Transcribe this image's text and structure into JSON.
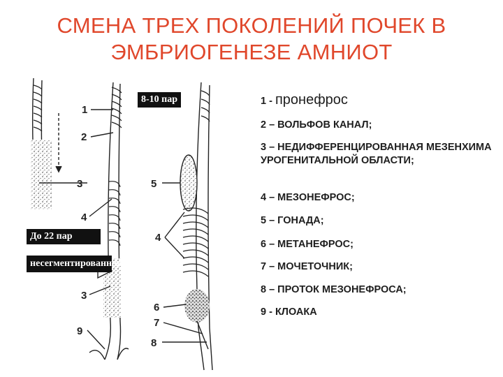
{
  "title": {
    "line1": "СМЕНА ТРЕХ ПОКОЛЕНИЙ ПОЧЕК В",
    "line2": "ЭМБРИОГЕНЕЗЕ АМНИОТ"
  },
  "tags": {
    "pairs_8_10": "8-10 пар",
    "pairs_22": "До 22 пар",
    "nonsegmented": "несегментированная"
  },
  "stage1_labels": [
    "1",
    "2",
    "3",
    "4",
    "3",
    "9"
  ],
  "stage2_labels": [
    "5",
    "4",
    "6",
    "7",
    "8"
  ],
  "legend": {
    "item1_num": "1 -",
    "item1_text": "пронефрос",
    "item2": "2 – ВОЛЬФОВ КАНАЛ;",
    "item3": "3 – НЕДИФФЕРЕНЦИРОВАННАЯ МЕЗЕНХИМА УРОГЕНИТАЛЬНОЙ ОБЛАСТИ;",
    "item4": "4 – МЕЗОНЕФРОС;",
    "item5": "5 – ГОНАДА;",
    "item6": "6 – МЕТАНЕФРОС;",
    "item7": "7 – МОЧЕТОЧНИК;",
    "item8": "8 – ПРОТОК МЕЗОНЕФРОСА;",
    "item9": "9 - КЛОАКА"
  },
  "colors": {
    "title": "#e0472b",
    "tag_bg": "#111111",
    "tag_text": "#ffffff"
  }
}
